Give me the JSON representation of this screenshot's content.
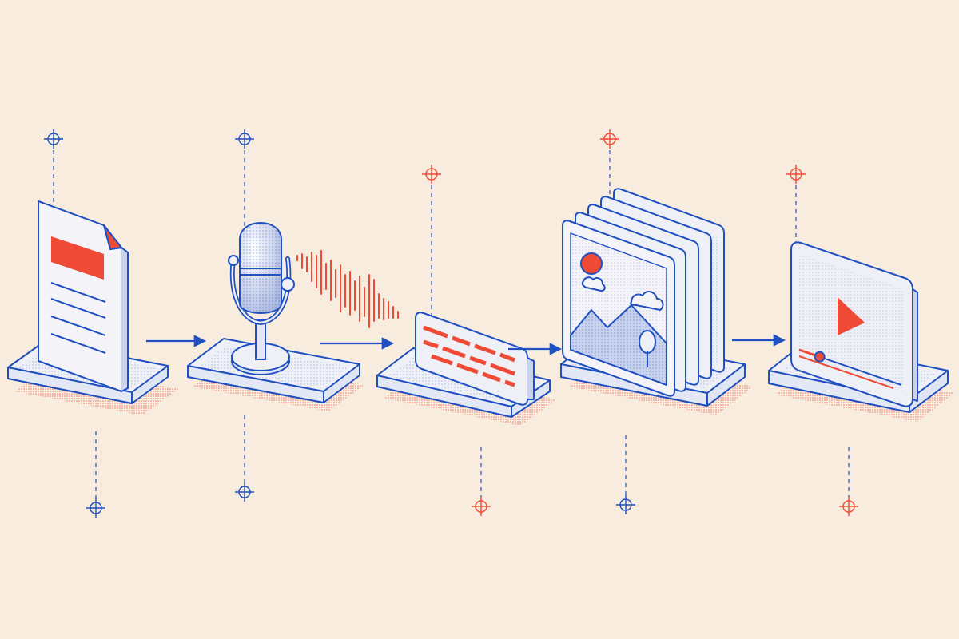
{
  "diagram": {
    "stages": [
      {
        "id": "document",
        "icon": "document-icon"
      },
      {
        "id": "microphone",
        "icon": "microphone-icon"
      },
      {
        "id": "text-bar",
        "icon": "text-bar-icon"
      },
      {
        "id": "image-stack",
        "icon": "image-stack-icon"
      },
      {
        "id": "video-player",
        "icon": "video-player-icon"
      }
    ],
    "connectors": [
      {
        "from": "document",
        "to": "microphone"
      },
      {
        "from": "microphone",
        "to": "text-bar"
      },
      {
        "from": "text-bar",
        "to": "image-stack"
      },
      {
        "from": "image-stack",
        "to": "video-player"
      }
    ],
    "video_progress": 0.2
  },
  "colors": {
    "background": "#f7ecdd",
    "ink_blue": "#1f4fc0",
    "accent_red": "#ef4a36",
    "panel_fill": "#eef0f6",
    "shadow_red": "#f2a08f"
  }
}
